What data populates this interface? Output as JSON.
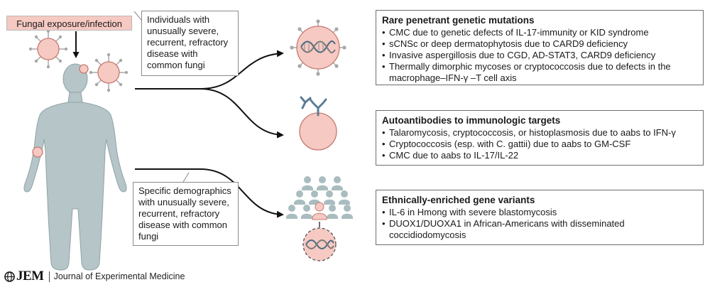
{
  "exposure": {
    "label": "Fungal exposure/infection"
  },
  "callouts": {
    "severe_individuals": "Individuals with unusually severe, recurrent, refractory disease with common fungi",
    "specific_demographics": "Specific demographics with unusually severe, recurrent, refractory disease with common fungi"
  },
  "boxes": [
    {
      "title": "Rare penetrant genetic mutations",
      "items": [
        "CMC due to genetic defects of IL-17-immunity or KID syndrome",
        "sCNSc or deep dermatophytosis due to CARD9 deficiency",
        "Invasive aspergillosis due to CGD, AD-STAT3, CARD9 deficiency",
        "Thermally dimorphic mycoses or cryptococcosis due to defects in the macrophage–IFN-γ –T cell axis"
      ]
    },
    {
      "title": "Autoantibodies to immunologic targets",
      "items": [
        "Talaromycosis, cryptococcosis, or histoplasmosis due to aabs to IFN-γ",
        "Cryptococcosis (esp. with C. gattii) due to aabs to GM-CSF",
        "CMC due to aabs to IL-17/IL-22"
      ]
    },
    {
      "title": "Ethnically-enriched gene variants",
      "items": [
        "IL-6 in Hmong with severe blastomycosis",
        "DUOX1/DUOXA1 in African-Americans with disseminated coccidiodomycosis"
      ]
    }
  ],
  "footer": {
    "logo": "JEM",
    "journal": "Journal of Experimental Medicine"
  },
  "colors": {
    "body_fill": "#b5c5c8",
    "pink_fill": "#f6c9c2",
    "pink_stroke": "#c47a70",
    "spike": "#a8a8a8",
    "antibody": "#5a7d96",
    "people": "#a9bdc0"
  }
}
